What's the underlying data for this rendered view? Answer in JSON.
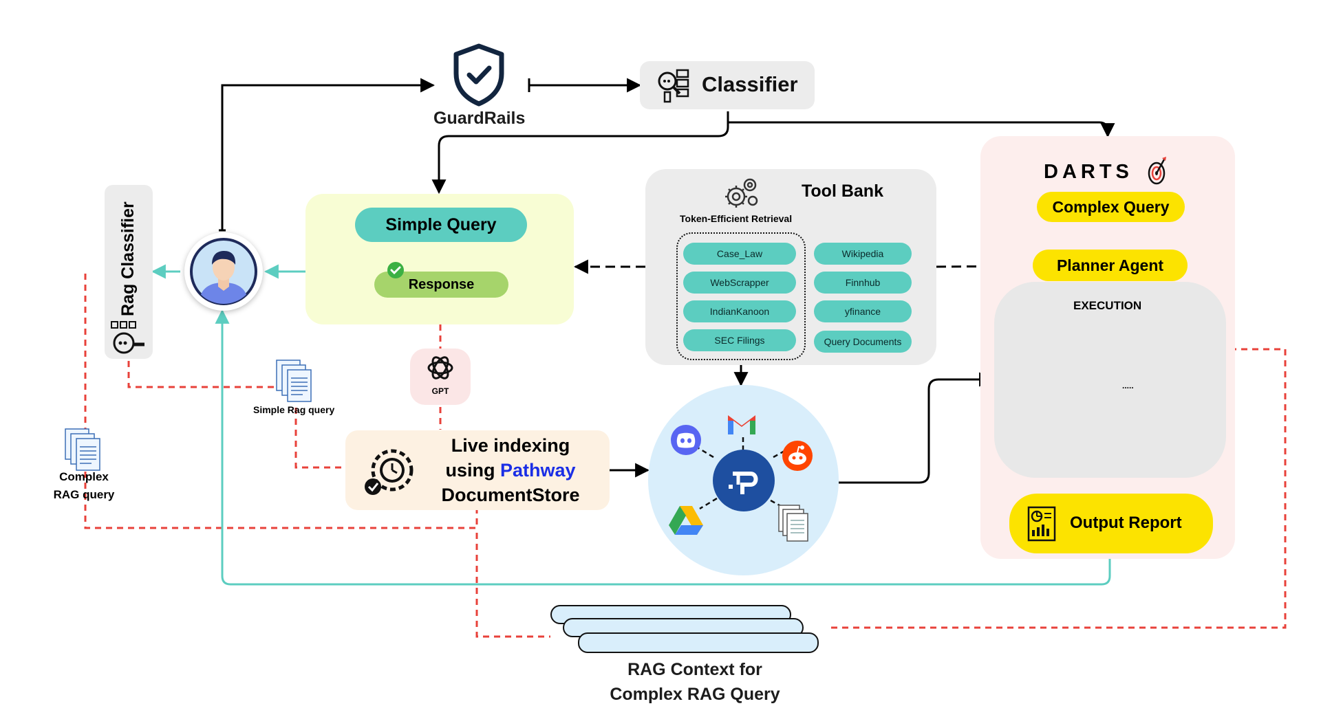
{
  "guardrails": {
    "label": "GuardRails",
    "icon": "shield-check-icon"
  },
  "classifier": {
    "label": "Classifier",
    "icon": "classifier-icon"
  },
  "rag_classifier": {
    "label": "Rag Classifier",
    "icon": "rag-classifier-icon"
  },
  "user": {
    "icon": "user-avatar-icon"
  },
  "simple_panel": {
    "query_label": "Simple Query",
    "response_label": "Response",
    "check_icon": "check-icon"
  },
  "gpt": {
    "label": "GPT",
    "icon": "openai-icon"
  },
  "tool_bank": {
    "title": "Tool Bank",
    "subtitle": "Token-Efficient Retrieval",
    "icon": "gears-icon",
    "left_tools": [
      "Case_Law",
      "WebScrapper",
      "IndianKanoon",
      "SEC Filings"
    ],
    "right_tools": [
      "Wikipedia",
      "Finnhub",
      "yfinance",
      "Query Documents"
    ]
  },
  "darts": {
    "title": "DARTS",
    "icon": "dartboard-icon",
    "complex_query": "Complex Query",
    "planner_agent": "Planner Agent",
    "execution": "EXECUTION",
    "ellipsis": ".....",
    "output_report": "Output Report",
    "report_icon": "report-icon"
  },
  "live_indexing": {
    "line1": "Live indexing",
    "line2_prefix": "using ",
    "line2_highlight": "Pathway",
    "line3": "DocumentStore",
    "icon": "clock-gear-icon"
  },
  "sources": {
    "center_icon": "pathway-logo-icon",
    "icons": [
      "discord-icon",
      "gmail-icon",
      "reddit-icon",
      "google-drive-icon",
      "documents-icon"
    ]
  },
  "simple_rag_query": {
    "label": "Simple Rag query",
    "icon": "documents-icon"
  },
  "complex_rag_query": {
    "line1": "Complex",
    "line2": "RAG query",
    "icon": "documents-icon"
  },
  "rag_context": {
    "line1": "RAG Context for",
    "line2": "Complex RAG Query"
  },
  "colors": {
    "teal": "#5ccdc0",
    "lime_panel": "#f8fdd4",
    "darts_panel": "#fdeeed",
    "yellow": "#fce300",
    "dashed_red": "#e8413a",
    "accent_blue": "#1a2ee6",
    "gray_panel": "#ececec"
  }
}
